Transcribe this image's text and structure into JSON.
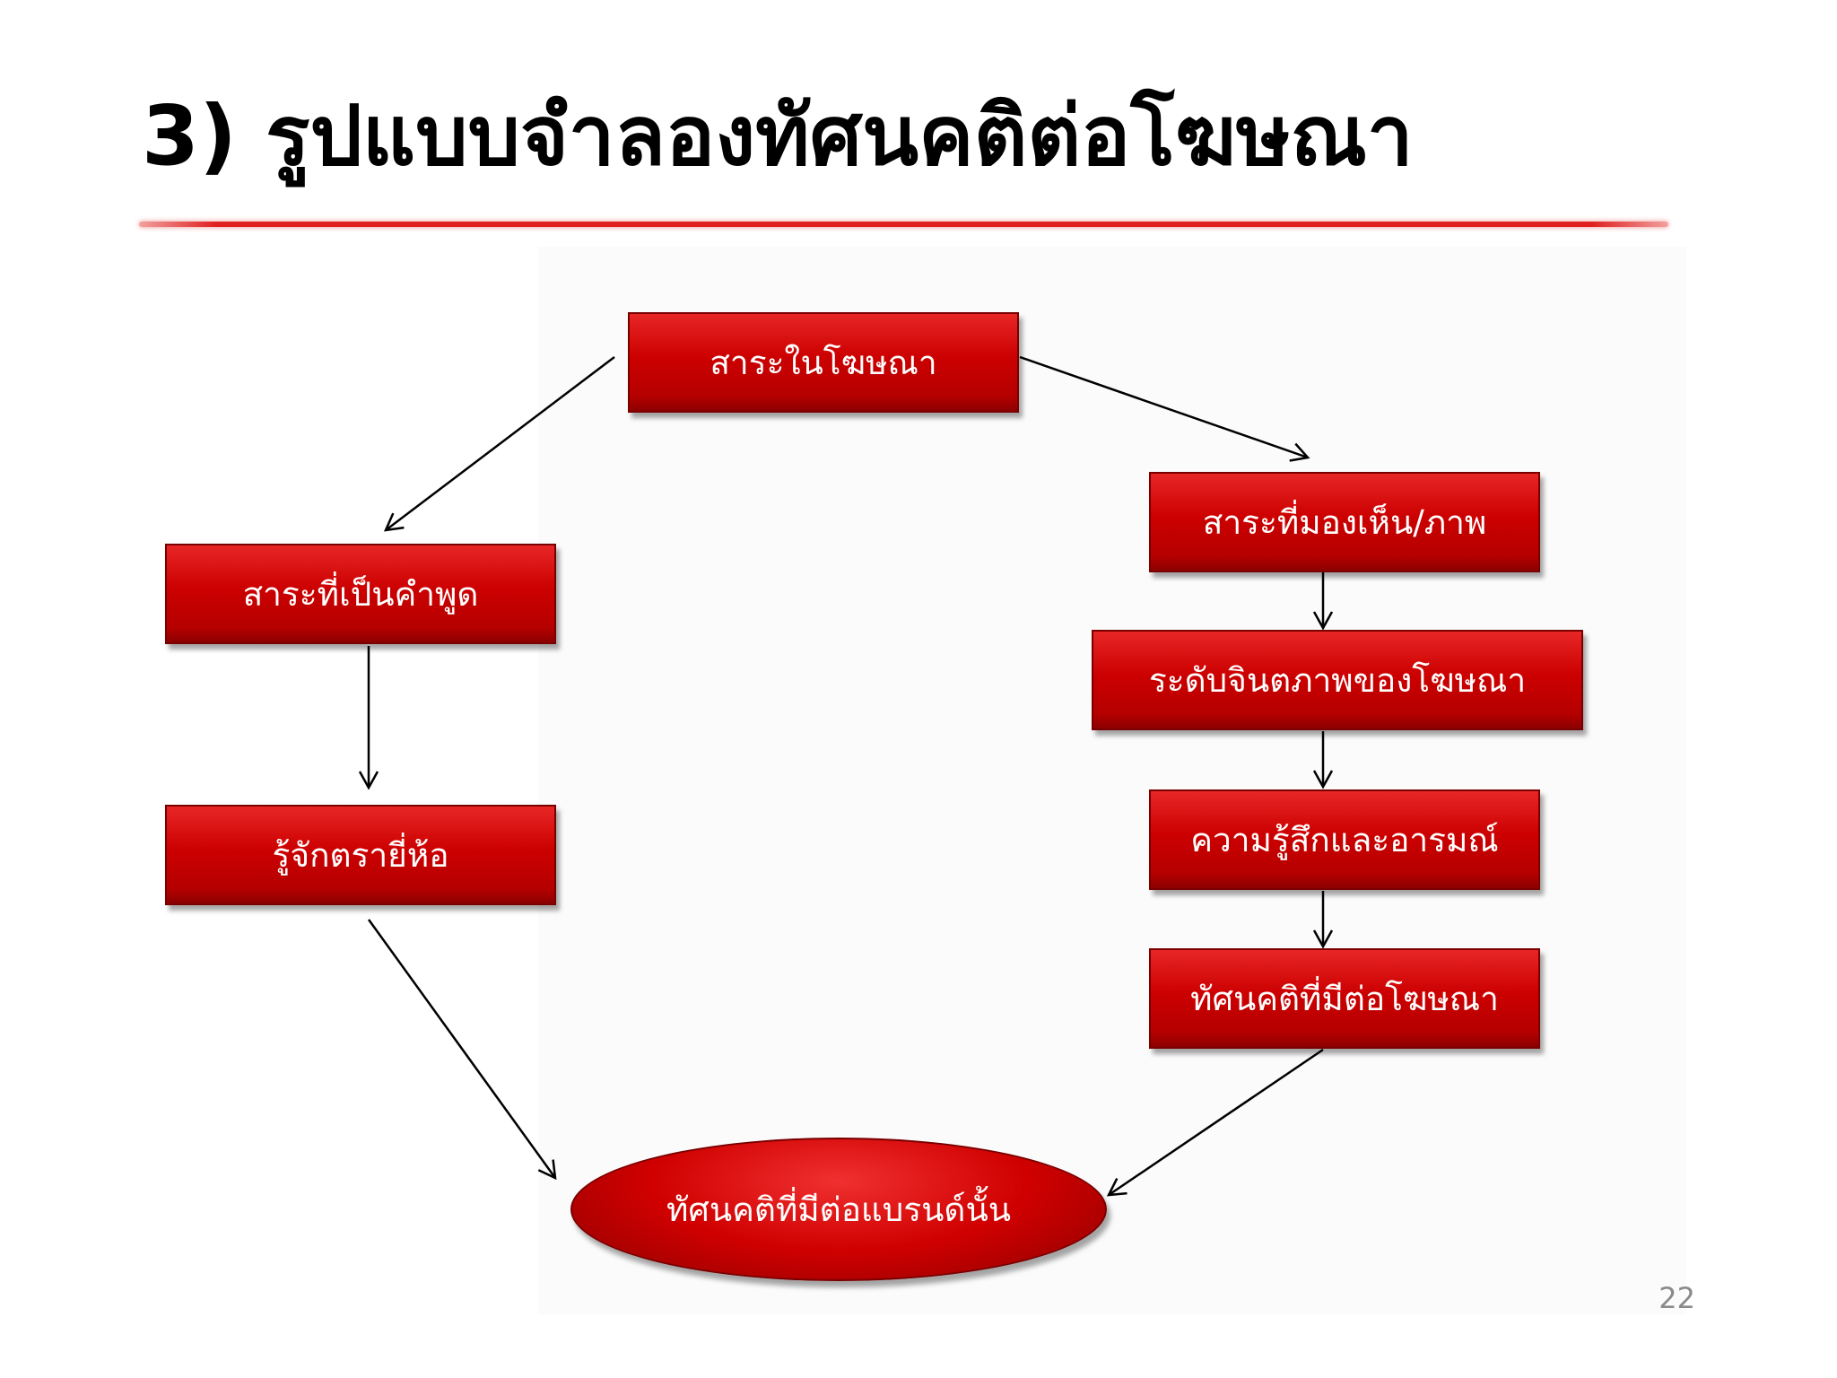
{
  "slide": {
    "title": "3) รูปแบบจำลองทัศนคติต่อโฆษณา",
    "page_number": "22"
  },
  "diagram": {
    "nodes": {
      "ad_message": "สาระในโฆษณา",
      "verbal_message": "สาระที่เป็นคำพูด",
      "brand_recognition": "รู้จักตรายี่ห้อ",
      "visual_message": "สาระที่มองเห็น/ภาพ",
      "ad_imagery_level": "ระดับจินตภาพของโฆษณา",
      "feelings_emotions": "ความรู้สึกและอารมณ์",
      "attitude_toward_ad": "ทัศนคติที่มีต่อโฆษณา",
      "attitude_toward_brand": "ทัศนคติที่มีต่อแบรนด์นั้น"
    },
    "colors": {
      "box_fill": "#cc0000",
      "title_rule": "#e02020",
      "arrow": "#000000"
    }
  }
}
